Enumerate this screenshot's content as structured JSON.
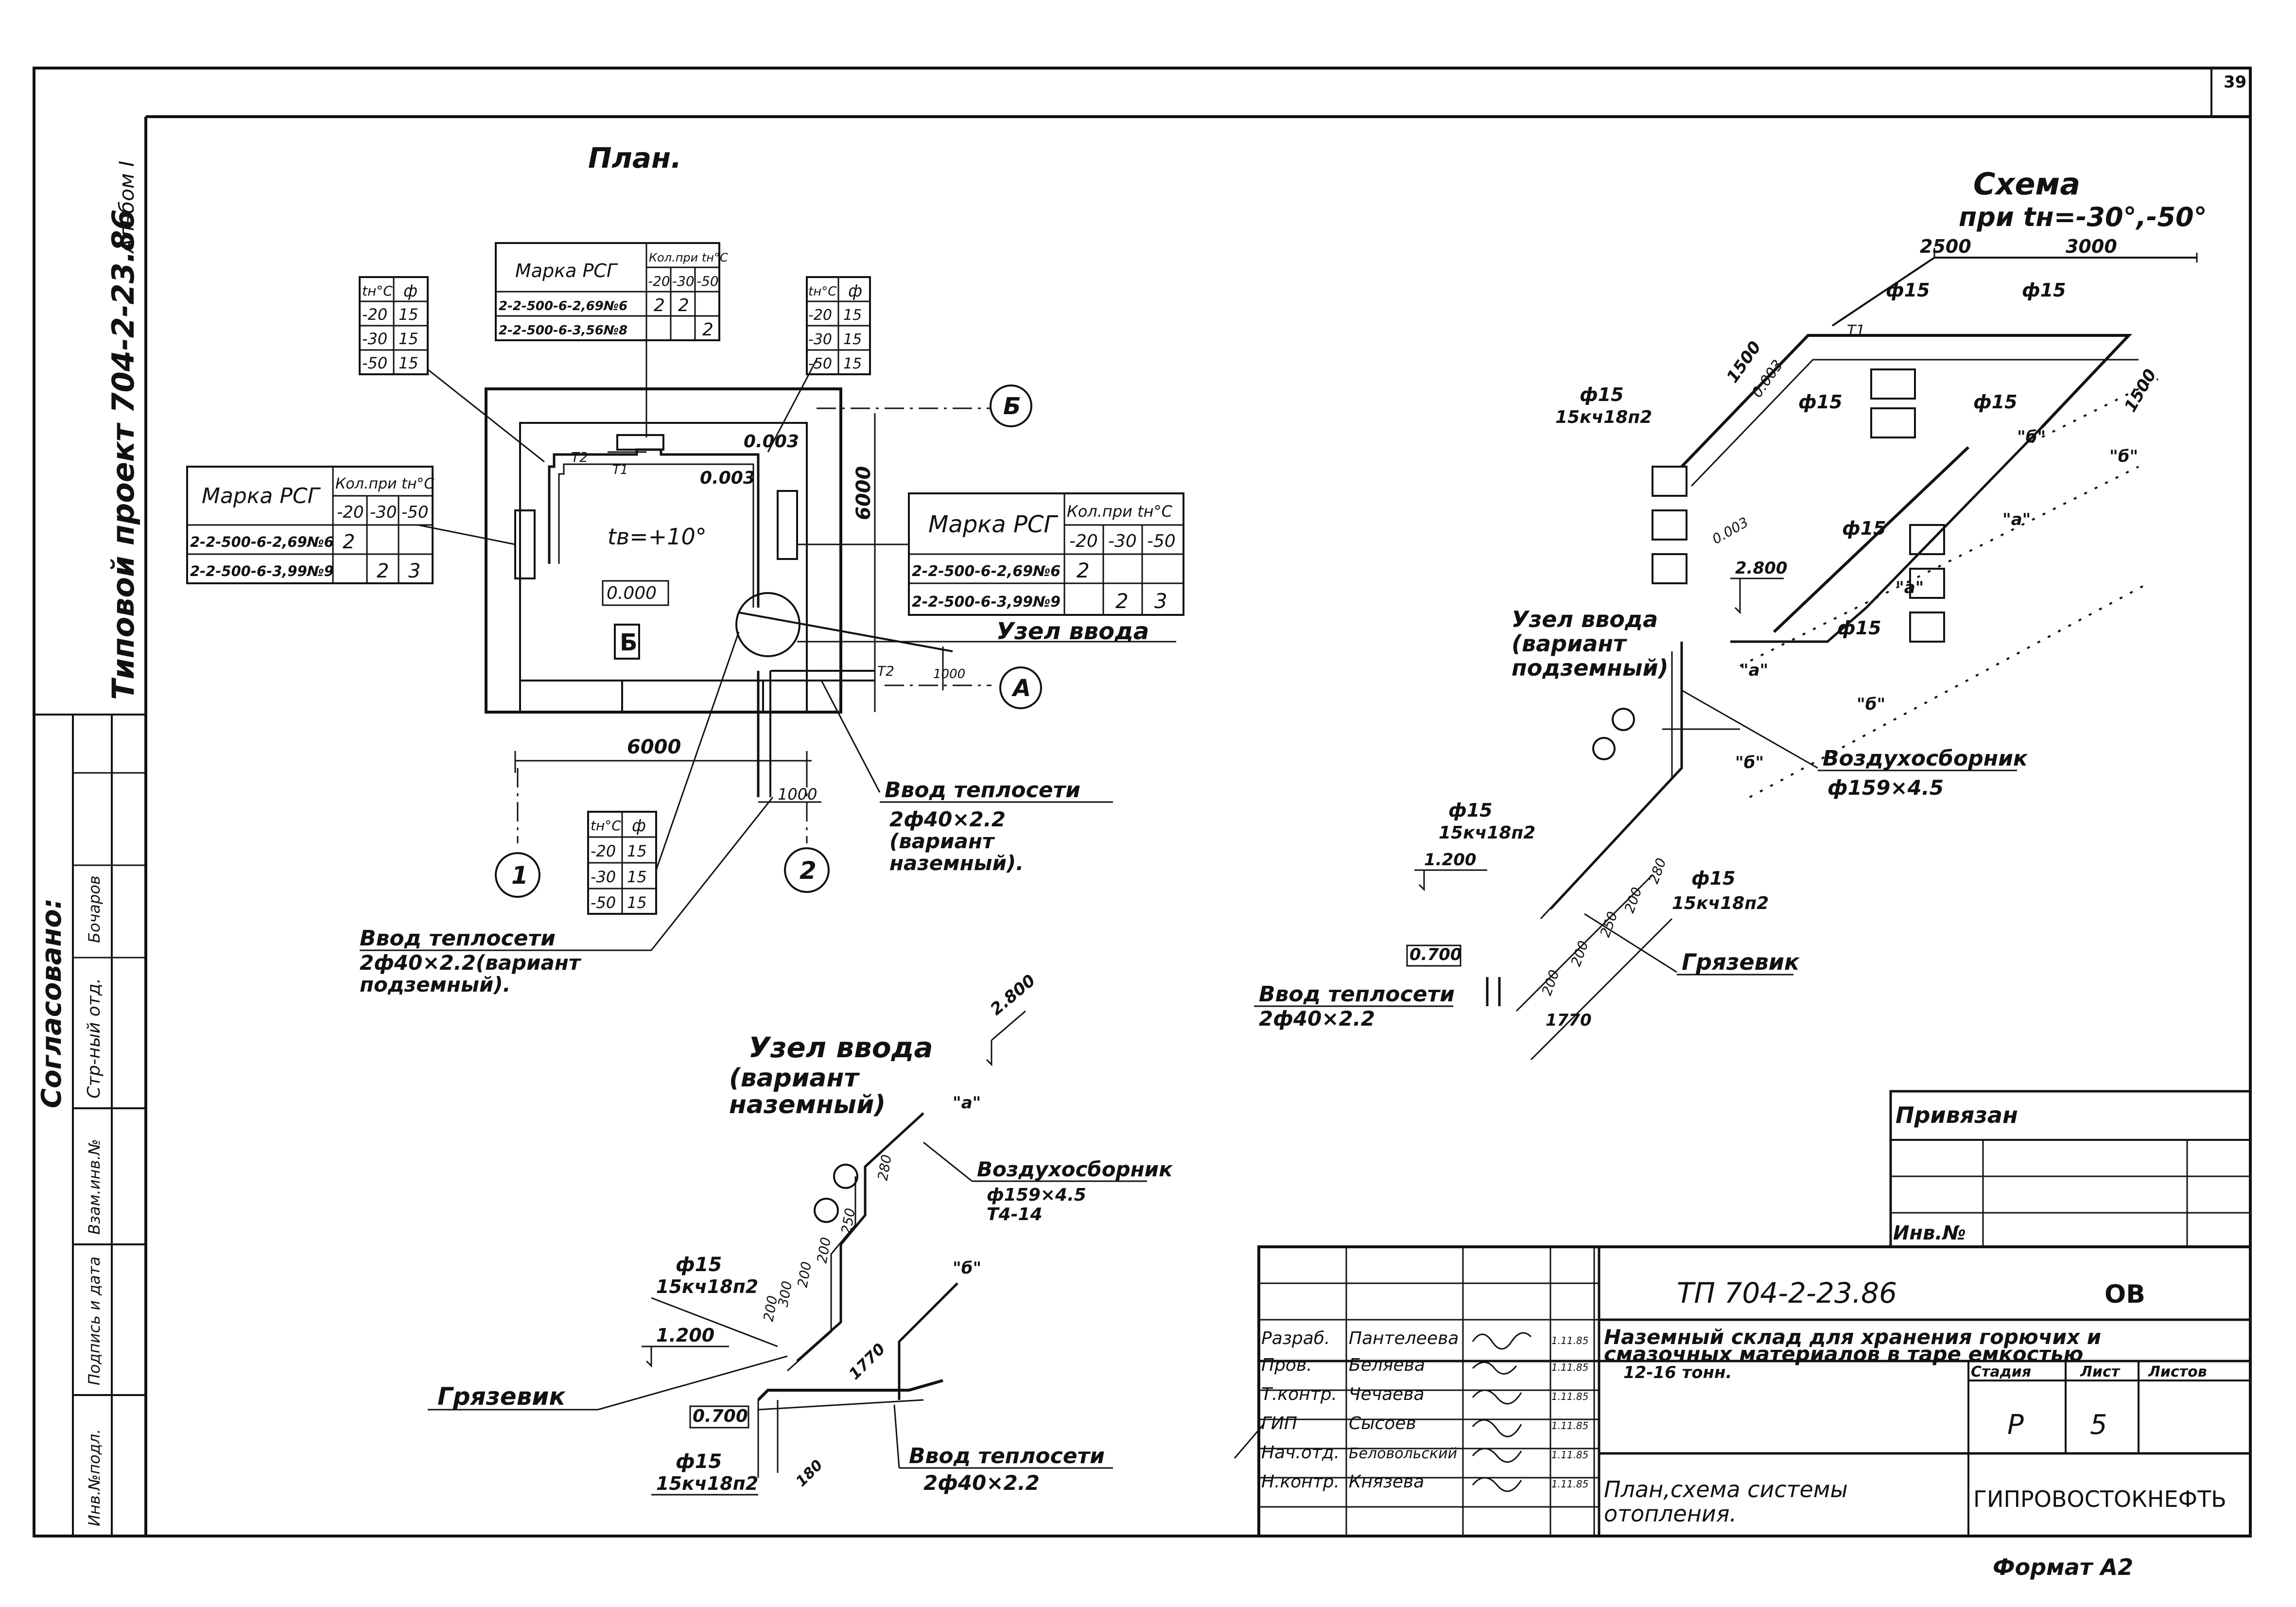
{
  "sheet_number": "39",
  "left_margin": {
    "album": "Альбом I",
    "project_code": "Типовой проект 704-2-23.86",
    "agreed": "Согласовано:",
    "dept": "Стр-ный отд.",
    "dept_person": "Бочаров",
    "col_inv": "Инв.№подл.",
    "col_sign": "Подпись и дата",
    "col_replace": "Взам.инв.№"
  },
  "plan": {
    "title": "План.",
    "room_temp": "tв=+10°",
    "level": "0.000",
    "room_code": "Б",
    "dim_6000_h": "6000",
    "dim_6000_v": "6000",
    "dim_1000": "1000",
    "slope_1": "0.003",
    "slope_2": "0.003",
    "t1": "Т1",
    "t2": "Т2",
    "axes": [
      "Б",
      "А",
      "1",
      "2"
    ],
    "node_label": "Узел ввода",
    "inlet_ground": [
      "Ввод теплосети",
      "2ф40×2.2",
      "(вариант",
      "наземный)."
    ],
    "inlet_underground": [
      "Ввод теплосети",
      "2ф40×2.2(вариант",
      "подземный)."
    ]
  },
  "rsg_table_top": {
    "h_mark": "Марка РСГ",
    "h_qty": "Кол.при tн°С",
    "temps": [
      "-20",
      "-30",
      "-50"
    ],
    "rows": [
      {
        "mark": "2-2-500-6-2,69№6",
        "q": [
          "2",
          "2",
          ""
        ]
      },
      {
        "mark": "2-2-500-6-3,56№8",
        "q": [
          "",
          "",
          "2"
        ]
      }
    ]
  },
  "rsg_table_left": {
    "h_mark": "Марка РСГ",
    "h_qty": "Кол.при tн°С",
    "temps": [
      "-20",
      "-30",
      "-50"
    ],
    "rows": [
      {
        "mark": "2-2-500-6-2,69№6",
        "q": [
          "2",
          "",
          ""
        ]
      },
      {
        "mark": "2-2-500-6-3,99№9",
        "q": [
          "",
          "2",
          "3"
        ]
      }
    ]
  },
  "rsg_table_right": {
    "h_mark": "Марка РСГ",
    "h_qty": "Кол.при tн°С",
    "temps": [
      "-20",
      "-30",
      "-50"
    ],
    "rows": [
      {
        "mark": "2-2-500-6-2,69№6",
        "q": [
          "2",
          "",
          ""
        ]
      },
      {
        "mark": "2-2-500-6-3,99№9",
        "q": [
          "",
          "2",
          "3"
        ]
      }
    ]
  },
  "dia_table": {
    "h_t": "tн°С",
    "h_d": "ф",
    "rows": [
      [
        "-20",
        "15"
      ],
      [
        "-30",
        "15"
      ],
      [
        "-50",
        "15"
      ]
    ]
  },
  "scheme": {
    "title": "Схема",
    "subtitle": "при tн=-30°,-50°",
    "dim_2500": "2500",
    "dim_3000": "3000",
    "dim_1500a": "1500",
    "dim_1500b": "1500",
    "slope": "0.003",
    "slope_2": "0.003",
    "d15": "ф15",
    "valve": "15кч18п2",
    "marker_a": "\"а\"",
    "marker_b": "\"б\"",
    "t1": "Т1",
    "lvl_2800": "2.800",
    "lvl_1200": "1.200",
    "lvl_0700": "0.700",
    "node": [
      "Узел ввода",
      "(вариант",
      "подземный)"
    ],
    "air": [
      "Воздухосборник",
      "ф159×4.5"
    ],
    "mud": "Грязевик",
    "inlet": [
      "Ввод теплосети",
      "2ф40×2.2"
    ],
    "dims_small": [
      "200",
      "200",
      "250",
      "200",
      "280",
      "1770"
    ]
  },
  "node_ground": {
    "title": [
      "Узел ввода",
      "(вариант",
      "наземный)"
    ],
    "lvl_2800": "2.800",
    "lvl_1200": "1.200",
    "lvl_0700": "0.700",
    "air": [
      "Воздухосборник",
      "ф159×4.5",
      "Т4-14"
    ],
    "mud": "Грязевик",
    "inlet": [
      "Ввод теплосети",
      "2ф40×2.2"
    ],
    "d15": "ф15",
    "valve": "15кч18п2",
    "marker_a": "\"а\"",
    "marker_b": "\"б\"",
    "dims_small": [
      "200",
      "300",
      "200",
      "200",
      "250",
      "280",
      "1770",
      "180"
    ]
  },
  "title_block": {
    "privyazan": "Привязан",
    "inv": "Инв.№",
    "code": "ТП 704-2-23.86",
    "sheet_code": "ОВ",
    "project_name": [
      "Наземный склад для хранения горючих и",
      "смазочных материалов в таре емкостью",
      "12-16 тонн."
    ],
    "sheet_title": [
      "План,схема системы",
      "отопления."
    ],
    "h_stage": "Стадия",
    "h_sheet": "Лист",
    "h_sheets": "Листов",
    "stage": "Р",
    "sheet": "5",
    "company": "ГИПРОВОСТОКНЕФТЬ",
    "roles": [
      {
        "role": "Разраб.",
        "name": "Пантелеева",
        "date": "1.11.85"
      },
      {
        "role": "Пров.",
        "name": "Беляева",
        "date": "1.11.85"
      },
      {
        "role": "Т.контр.",
        "name": "Чечаева",
        "date": "1.11.85"
      },
      {
        "role": "ГИП",
        "name": "Сысоев",
        "date": "1.11.85"
      },
      {
        "role": "Нач.отд.",
        "name": "Беловольский",
        "date": "1.11.85"
      },
      {
        "role": "Н.контр.",
        "name": "Князева",
        "date": "1.11.85"
      }
    ]
  },
  "format": "Формат А2"
}
